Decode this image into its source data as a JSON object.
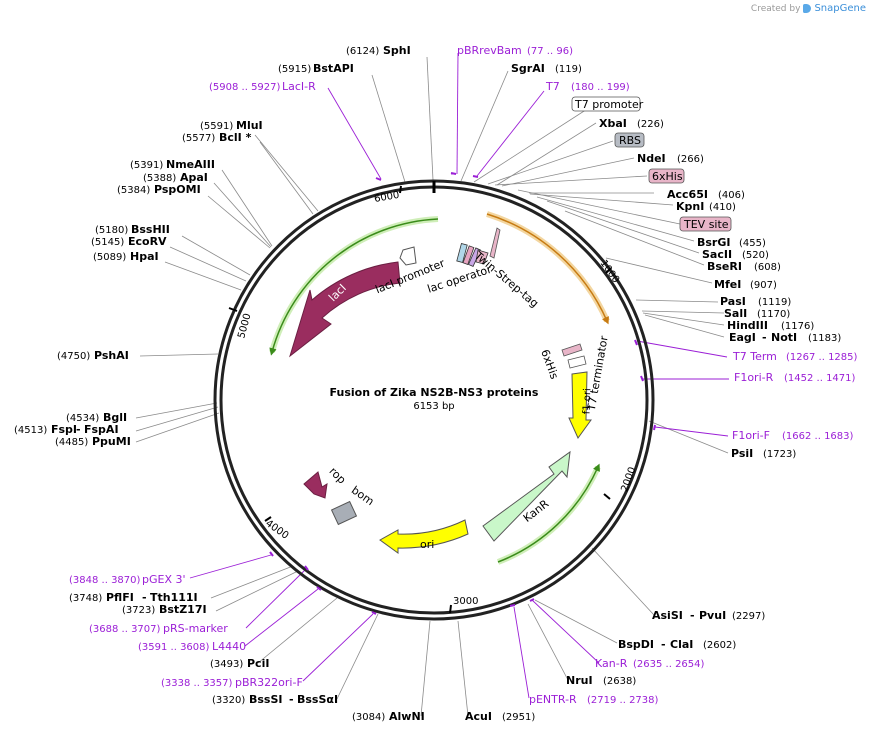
{
  "credit": {
    "text": "Created by",
    "brand": "SnapGene"
  },
  "plasmid": {
    "name": "Fusion of Zika NS2B-NS3 proteins",
    "size_label": "6153 bp",
    "length": 6153
  },
  "ticks": [
    "1000",
    "2000",
    "3000",
    "4000",
    "5000",
    "6000"
  ],
  "enzymes": [
    {
      "name": "SphI",
      "pos": "(6124)"
    },
    {
      "name": "BstAPI",
      "pos": "(5915)"
    },
    {
      "name": "MluI",
      "pos": "(5591)"
    },
    {
      "name": "BclI *",
      "pos": "(5577)"
    },
    {
      "name": "NmeAIII",
      "pos": "(5391)"
    },
    {
      "name": "ApaI",
      "pos": "(5388)"
    },
    {
      "name": "PspOMI",
      "pos": "(5384)"
    },
    {
      "name": "BssHII",
      "pos": "(5180)"
    },
    {
      "name": "EcoRV",
      "pos": "(5145)"
    },
    {
      "name": "HpaI",
      "pos": "(5089)"
    },
    {
      "name": "PshAI",
      "pos": "(4750)"
    },
    {
      "name": "BglI",
      "pos": "(4534)"
    },
    {
      "name": "FspI",
      "name2": "FspAI",
      "pos": "(4513)"
    },
    {
      "name": "PpuMI",
      "pos": "(4485)"
    },
    {
      "name": "PflFI",
      "name2": "Tth111I",
      "pos": "(3748)"
    },
    {
      "name": "BstZ17I",
      "pos": "(3723)"
    },
    {
      "name": "PciI",
      "pos": "(3493)"
    },
    {
      "name": "BssSI",
      "name2": "BssSαI",
      "pos": "(3320)"
    },
    {
      "name": "AlwNI",
      "pos": "(3084)"
    },
    {
      "name": "AcuI",
      "pos": "(2951)"
    },
    {
      "name": "NruI",
      "pos": "(2638)"
    },
    {
      "name": "BspDI",
      "name2": "ClaI",
      "pos": "(2602)"
    },
    {
      "name": "AsiSI",
      "name2": "PvuI",
      "pos": "(2297)"
    },
    {
      "name": "PsiI",
      "pos": "(1723)"
    },
    {
      "name": "EagI",
      "name2": "NotI",
      "pos": "(1183)"
    },
    {
      "name": "HindIII",
      "pos": "(1176)"
    },
    {
      "name": "SalI",
      "pos": "(1170)"
    },
    {
      "name": "PasI",
      "pos": "(1119)"
    },
    {
      "name": "MfeI",
      "pos": "(907)"
    },
    {
      "name": "BseRI",
      "pos": "(608)"
    },
    {
      "name": "SacII",
      "pos": "(520)"
    },
    {
      "name": "BsrGI",
      "pos": "(455)"
    },
    {
      "name": "KpnI",
      "pos": "(410)"
    },
    {
      "name": "Acc65I",
      "pos": "(406)"
    },
    {
      "name": "NdeI",
      "pos": "(266)"
    },
    {
      "name": "XbaI",
      "pos": "(226)"
    },
    {
      "name": "SgrAI",
      "pos": "(119)"
    }
  ],
  "primers": [
    {
      "name": "pBRrevBam",
      "range": "(77 .. 96)"
    },
    {
      "name": "T7",
      "range": "(180 .. 199)"
    },
    {
      "name": "LacI-R",
      "range": "(5908 .. 5927)"
    },
    {
      "name": "T7 Term",
      "range": "(1267 .. 1285)"
    },
    {
      "name": "F1ori-R",
      "range": "(1452 .. 1471)"
    },
    {
      "name": "F1ori-F",
      "range": "(1662 .. 1683)"
    },
    {
      "name": "pGEX 3'",
      "range": "(3848 .. 3870)"
    },
    {
      "name": "pRS-marker",
      "range": "(3688 .. 3707)"
    },
    {
      "name": "L4440",
      "range": "(3591 .. 3608)"
    },
    {
      "name": "pBR322ori-F",
      "range": "(3338 .. 3357)"
    },
    {
      "name": "Kan-R",
      "range": "(2635 .. 2654)"
    },
    {
      "name": "pENTR-R",
      "range": "(2719 .. 2738)"
    }
  ],
  "boxed_features": [
    "T7 promoter",
    "RBS",
    "6xHis",
    "TEV site"
  ],
  "features": {
    "lacI": "lacI",
    "lacI_promoter": "lacI promoter",
    "lac_operator": "lac operator",
    "twin_strep": "Twin-Strep-tag",
    "his_tag": "6xHis",
    "t7_terminator": "T7 terminator",
    "f1_ori": "f1 ori",
    "kanr": "KanR",
    "ori": "ori",
    "rop": "rop",
    "bom": "bom"
  },
  "colors": {
    "backbone": "#222222",
    "lacI": "#9a2d5f",
    "f1_ori": "#ffff00",
    "kanr": "#c9f7c9",
    "ori": "#ffff00",
    "rop": "#9a2d5f",
    "bom": "#a8aeb6",
    "primer": "#9b1fd6",
    "orf_green": "#3a8c1a",
    "orf_orange": "#c77b12",
    "tag_pink": "#e8b5c8"
  }
}
